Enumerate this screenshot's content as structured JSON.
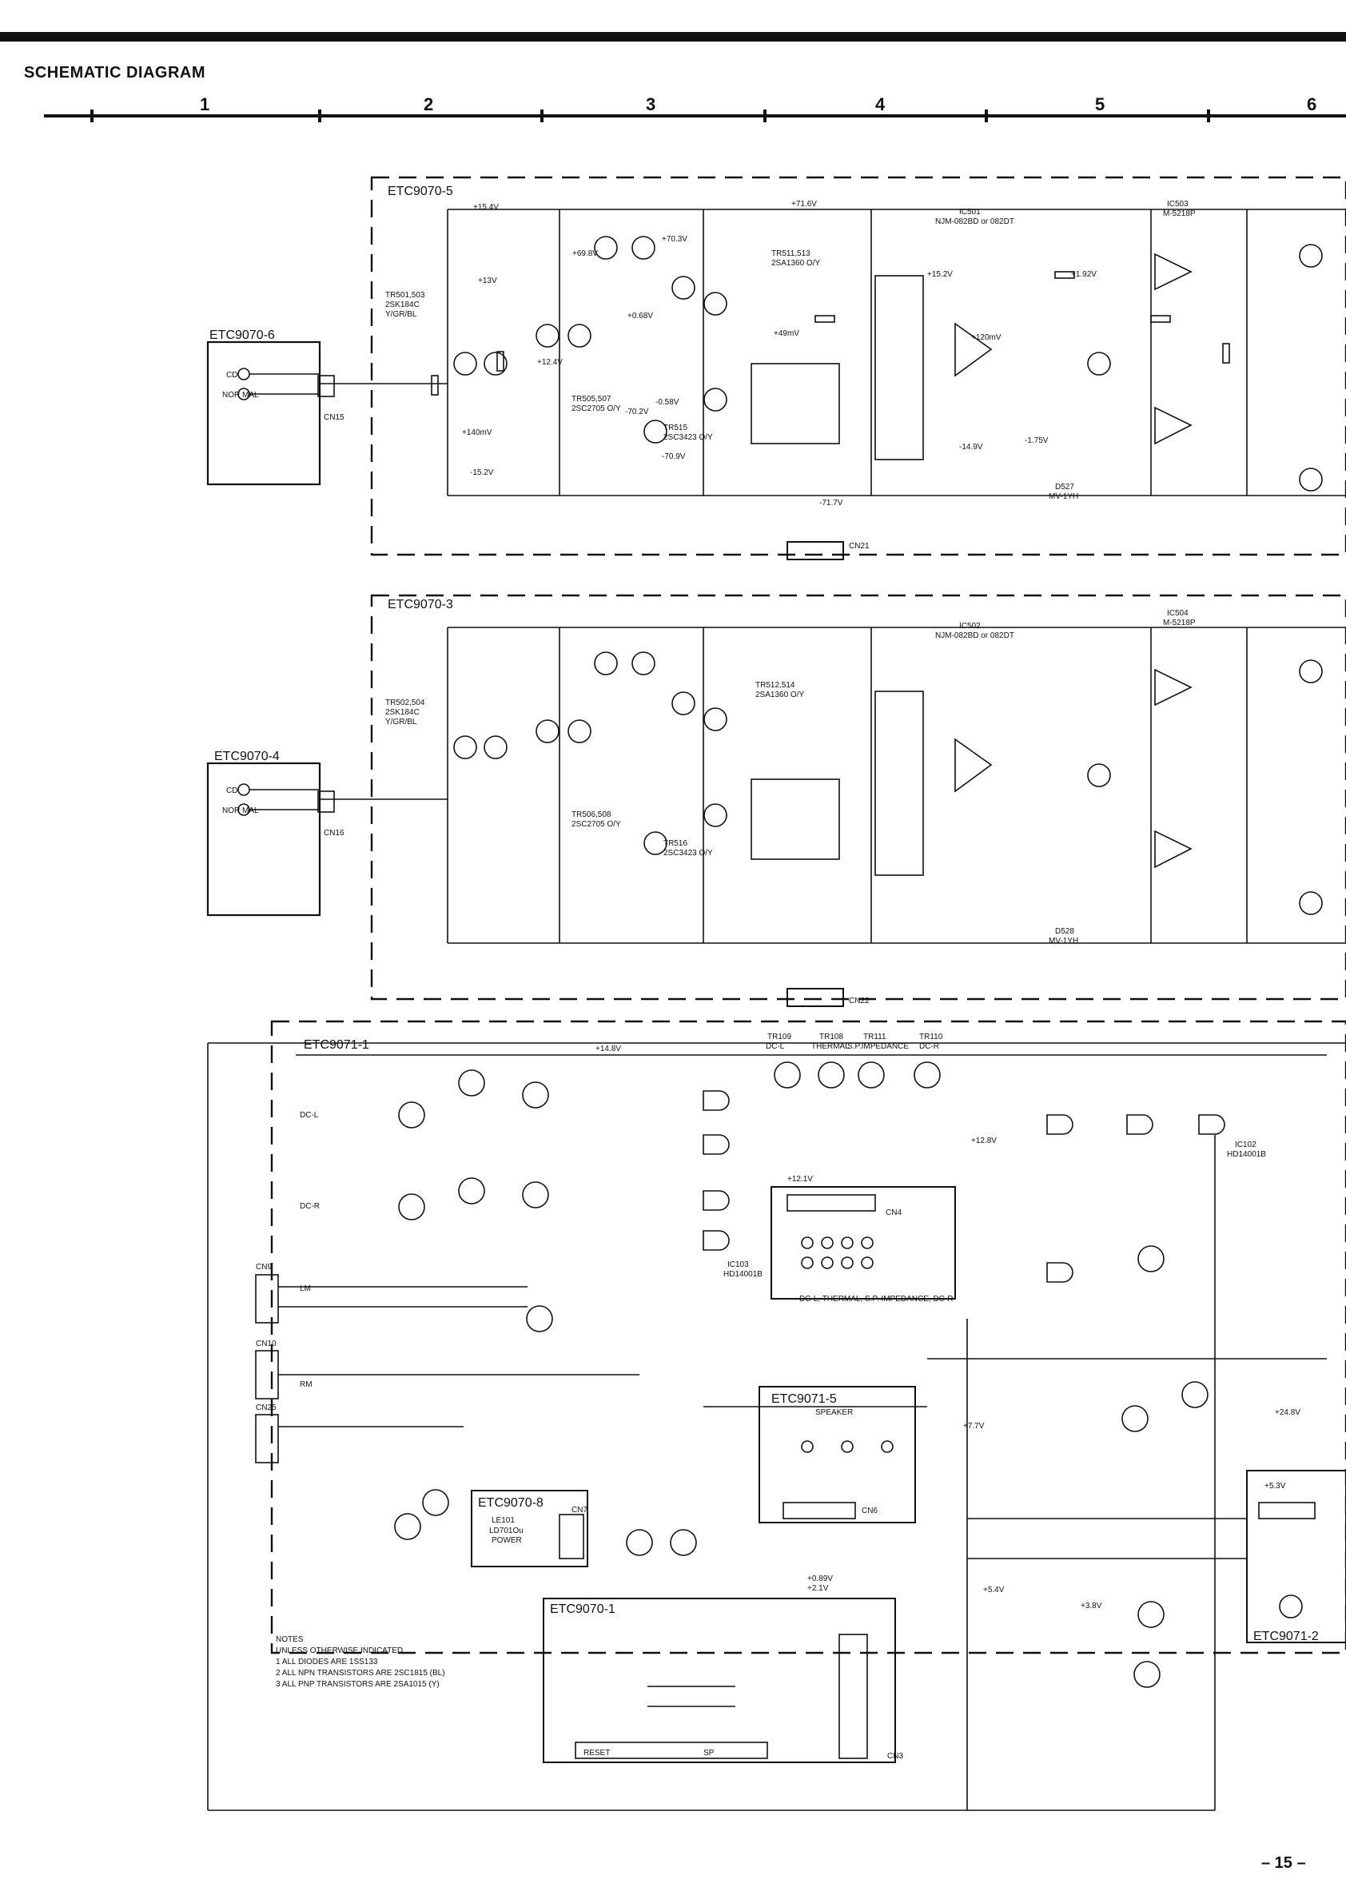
{
  "header": {
    "title": "SCHEMATIC DIAGRAM",
    "columns": [
      "1",
      "2",
      "3",
      "4",
      "5",
      "6"
    ]
  },
  "modules": {
    "top_amp": "ETC9070-5",
    "mid_amp": "ETC9070-3",
    "top_input": "ETC9070-6",
    "mid_input": "ETC9070-4",
    "protect": "ETC9071-1",
    "indicator": "ETC9071-5",
    "power_led": "ETC9070-8",
    "switch": "ETC9070-1",
    "right_sub": "ETC9071-2"
  },
  "components": {
    "ic501": "IC501",
    "ic501_part": "NJM-082BD or 082DT",
    "ic502": "IC502",
    "ic502_part": "NJM-082BD or 082DT",
    "ic503": "IC503",
    "ic503_part": "M-5218P",
    "ic504": "IC504",
    "ic504_part": "M-5218P",
    "d527": "D527",
    "d527_part": "MV-1YH",
    "d528": "D528",
    "d528_part": "MV-1YH",
    "tr505": "TR505,507",
    "tr505_part": "2SC2705 O/Y",
    "tr506": "TR506,508",
    "tr506_part": "2SC2705 O/Y",
    "tr515": "TR515",
    "tr515_part": "2SC3423 O/Y",
    "tr516": "TR516",
    "tr516_part": "2SC3423 O/Y",
    "tr511": "TR511,513",
    "tr511_part": "2SA1360 O/Y",
    "tr512": "TR512,514",
    "tr512_part": "2SA1360 O/Y",
    "tr501": "TR501,503",
    "tr501_part": "2SK184C",
    "tr501_rank": "Y/GR/BL",
    "tr502": "TR502,504",
    "tr502_part": "2SK184C",
    "tr502_rank": "Y/GR/BL",
    "ic102": "IC102",
    "ic102_part": "HD14001B",
    "ic103": "IC103",
    "ic103_part": "HD14001B",
    "led_note": "DC-L, THERMAL, S.P. IMPEDANCE, DC-R",
    "tr109": "TR109",
    "tr109_label": "DC-L",
    "tr108": "TR108",
    "tr108_label": "THERMAL",
    "tr111": "TR111",
    "tr111_label": "S.P.IMPEDANCE",
    "tr110": "TR110",
    "tr110_label": "DC-R",
    "speaker": "SPEAKER",
    "power": "POWER",
    "le101": "LE101",
    "le101_part": "LD701Ou",
    "reset": "RESET",
    "sp": "SP",
    "dc_l": "DC-L",
    "dc_r": "DC-R",
    "lm": "LM",
    "rm": "RM"
  },
  "connectors": {
    "cn21": "CN21",
    "cn22": "CN22",
    "cn15": "CN15",
    "cn16": "CN16",
    "cn9": "CN9",
    "cn10": "CN10",
    "cn25": "CN25",
    "cn3": "CN3",
    "cn4": "CN4",
    "cn6": "CN6",
    "cn7": "CN7",
    "cd": "CD",
    "nor_mal": "NOR MAL"
  },
  "voltages": {
    "v71_6": "+71.6V",
    "v_71_7": "-71.7V",
    "v69_8": "+69.8V",
    "v70_3": "+70.3V",
    "v15_4": "+15.4V",
    "v15_2": "-15.2V",
    "v15_2p": "+15.2V",
    "v14_9": "-14.9V",
    "v1_92": "+1.92V",
    "v1_75": "-1.75V",
    "v14_8": "+14.8V",
    "v12_8": "+12.8V",
    "v12_1": "+12.1V",
    "v7_7": "+7.7V",
    "v24_8": "+24.8V",
    "v5_4": "+5.4V",
    "v5_3": "+5.3V",
    "v3_8": "+3.8V",
    "v2_1": "+2.1V",
    "v0_89": "+0.89V",
    "v49mv": "+49mV",
    "v120mv": "+120mV",
    "v140mv": "+140mV",
    "v0_68": "+0.68V",
    "v0_58": "-0.58V",
    "v70_2": "-70.2V",
    "v70_9": "-70.9V",
    "v13": "+13V",
    "v12_4": "+12.4V"
  },
  "notes": {
    "heading": "NOTES",
    "sub": "UNLESS OTHERWISE INDICATED",
    "n1": "1  ALL DIODES ARE 1SS133",
    "n2": "2  ALL NPN TRANSISTORS ARE 2SC1815 (BL)",
    "n3": "3  ALL PNP TRANSISTORS ARE 2SA1015 (Y)"
  },
  "page": {
    "number": "– 15 –"
  }
}
